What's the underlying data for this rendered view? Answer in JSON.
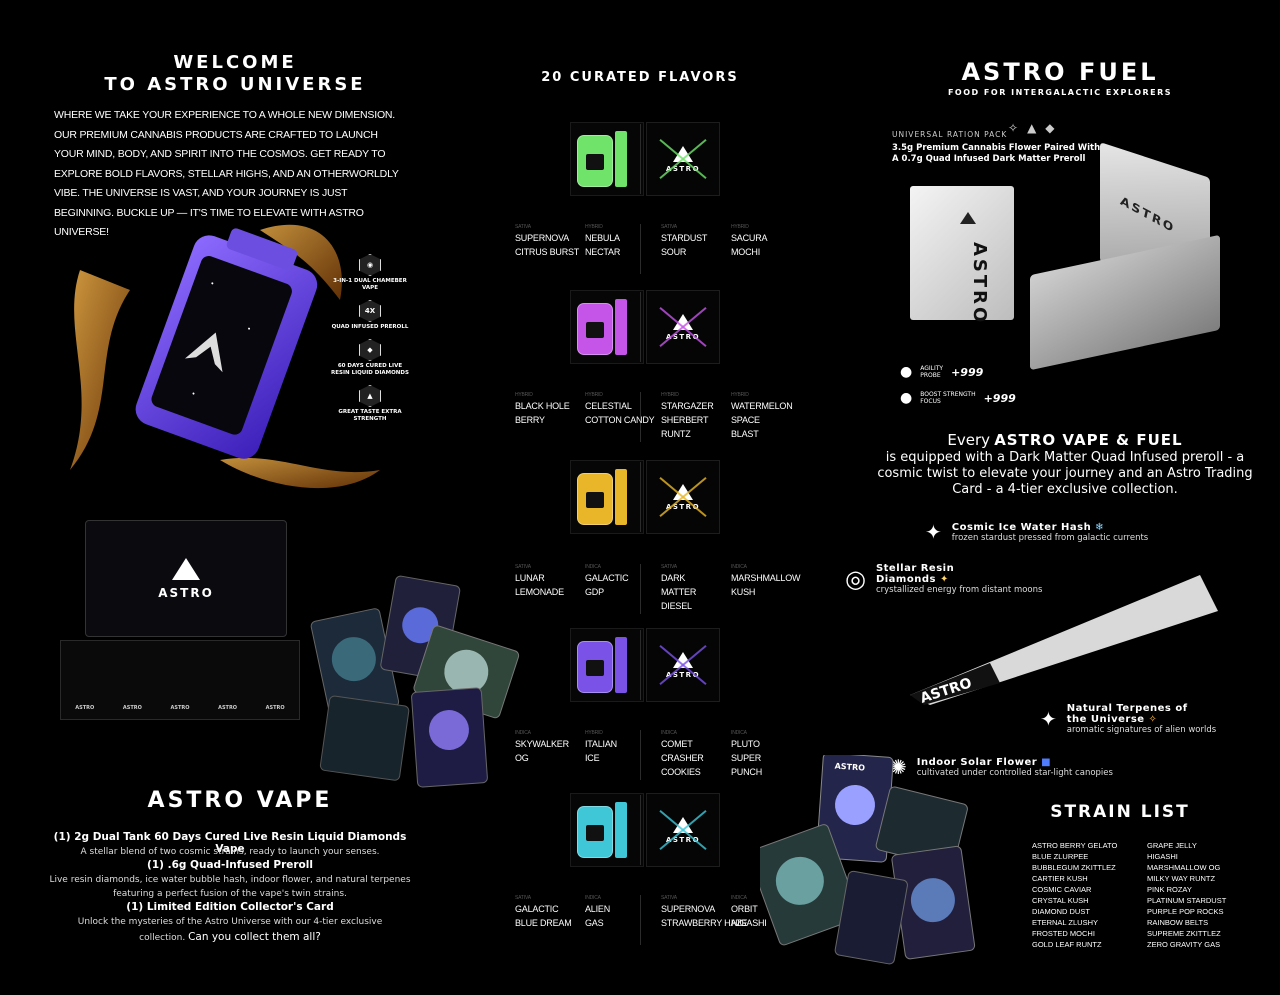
{
  "welcome": {
    "title_line1": "WELCOME",
    "title_line2": "TO ASTRO UNIVERSE",
    "body": "WHERE WE TAKE YOUR EXPERIENCE TO A WHOLE NEW DIMENSION. OUR PREMIUM CANNABIS PRODUCTS ARE CRAFTED TO LAUNCH YOUR MIND, BODY, AND SPIRIT INTO THE COSMOS. GET READY TO EXPLORE BOLD FLAVORS, STELLAR HIGHS, AND AN OTHERWORLDLY VIBE. THE UNIVERSE IS VAST, AND YOUR JOURNEY IS JUST BEGINNING. BUCKLE UP — IT'S TIME TO ELEVATE WITH ASTRO UNIVERSE!"
  },
  "features": [
    {
      "label": "3-IN-1 DUAL CHAMEBER VAPE",
      "icon": "vape-hex-icon"
    },
    {
      "label": "QUAD INFUSED PREROLL",
      "icon_text": "4X",
      "icon": "quad-hex-icon"
    },
    {
      "label": "60 DAYS CURED LIVE RESIN LIQUID DIAMONDS",
      "icon": "diamond-hex-icon"
    },
    {
      "label": "GREAT TASTE EXTRA STRENGTH",
      "icon": "rocket-hex-icon"
    }
  ],
  "display_box": {
    "brand": "ASTRO",
    "slots": [
      "ASTRO",
      "ASTRO",
      "ASTRO",
      "ASTRO",
      "ASTRO"
    ]
  },
  "vape": {
    "title": "ASTRO VAPE",
    "item1": "(1) 2g Dual Tank 60 Days Cured Live Resin Liquid Diamonds Vape",
    "item1_desc": "A stellar blend of two cosmic strains, ready to launch your senses.",
    "item2": "(1) .6g Quad-Infused Preroll",
    "item2_desc1": "Live resin diamonds, ice water bubble hash, indoor flower, and natural terpenes",
    "item2_desc2": "featuring a perfect fusion of the vape's twin strains.",
    "item3": "(1) Limited Edition Collector's Card",
    "item3_desc1": "Unlock the mysteries of the Astro Universe with our 4-tier exclusive",
    "item3_desc2_a": "collection.",
    "item3_desc2_b": "Can you collect them all?"
  },
  "flavors": {
    "title": "20 CURATED FLAVORS",
    "logo_word": "ASTRO",
    "rows": [
      {
        "color": "#6fe36a",
        "strains": [
          {
            "type": "SATIVA",
            "lines": [
              "SUPERNOVA",
              "CITRUS BURST"
            ]
          },
          {
            "type": "HYBRID",
            "lines": [
              "NEBULA",
              "NECTAR"
            ]
          },
          {
            "type": "SATIVA",
            "lines": [
              "STARDUST",
              "SOUR"
            ]
          },
          {
            "type": "HYBRID",
            "lines": [
              "SACURA",
              "MOCHI"
            ]
          }
        ]
      },
      {
        "color": "#c455e8",
        "strains": [
          {
            "type": "HYBRID",
            "lines": [
              "BLACK HOLE",
              "BERRY"
            ]
          },
          {
            "type": "HYBRID",
            "lines": [
              "CELESTIAL",
              "COTTON CANDY"
            ]
          },
          {
            "type": "HYBRID",
            "lines": [
              "STARGAZER",
              "SHERBERT",
              "RUNTZ"
            ]
          },
          {
            "type": "HYBRID",
            "lines": [
              "WATERMELON",
              "SPACE",
              "BLAST"
            ]
          }
        ]
      },
      {
        "color": "#e8b628",
        "strains": [
          {
            "type": "SATIVA",
            "lines": [
              "LUNAR",
              "LEMONADE"
            ]
          },
          {
            "type": "INDICA",
            "lines": [
              "GALACTIC",
              "GDP"
            ]
          },
          {
            "type": "SATIVA",
            "lines": [
              "DARK",
              "MATTER",
              "DIESEL"
            ]
          },
          {
            "type": "INDICA",
            "lines": [
              "MARSHMALLOW",
              "KUSH"
            ]
          }
        ]
      },
      {
        "color": "#7a52e8",
        "strains": [
          {
            "type": "INDICA",
            "lines": [
              "SKYWALKER",
              "OG"
            ]
          },
          {
            "type": "HYBRID",
            "lines": [
              "ITALIAN",
              "ICE"
            ]
          },
          {
            "type": "INDICA",
            "lines": [
              "COMET",
              "CRASHER",
              "COOKIES"
            ]
          },
          {
            "type": "INDICA",
            "lines": [
              "PLUTO",
              "SUPER",
              "PUNCH"
            ]
          }
        ]
      },
      {
        "color": "#3fc7d8",
        "strains": [
          {
            "type": "SATIVA",
            "lines": [
              "GALACTIC",
              "BLUE DREAM"
            ]
          },
          {
            "type": "INDICA",
            "lines": [
              "ALIEN",
              "GAS"
            ]
          },
          {
            "type": "SATIVA",
            "lines": [
              "SUPERNOVA",
              "STRAWBERRY HAZE"
            ]
          },
          {
            "type": "INDICA",
            "lines": [
              "ORBIT",
              "HIGASHI"
            ]
          }
        ]
      }
    ]
  },
  "fuel": {
    "title": "ASTRO FUEL",
    "subtitle": "FOOD FOR INTERGALACTIC EXPLORERS",
    "ration_label": "UNIVERSAL RATION PACK",
    "ration_desc": "3.5g Premium Cannabis Flower Paired With A 0.7g Quad Infused Dark Matter Preroll",
    "pack_word": "ASTRO",
    "box_word": "ASTRO",
    "stats": [
      {
        "label1": "AGILITY",
        "label2": "PROBE",
        "value": "+999"
      },
      {
        "label1": "BOOST STRENGTH",
        "label2": "FOCUS",
        "value": "+999"
      }
    ]
  },
  "every": {
    "lead": "Every",
    "brand": "ASTRO VAPE & FUEL",
    "text": "is equipped with a Dark Matter Quad Infused preroll - a cosmic twist to elevate your journey and an Astro Trading Card - a 4-tier exclusive collection."
  },
  "preroll_features": [
    {
      "title": "Cosmic Ice Water Hash",
      "emoji": "❄",
      "desc": "frozen stardust pressed from galactic currents"
    },
    {
      "title": "Stellar Resin Diamonds",
      "title_l1": "Stellar Resin",
      "title_l2": "Diamonds",
      "emoji": "✦",
      "desc": "crystallized energy from distant moons"
    },
    {
      "title": "Natural Terpenes of the Universe",
      "title_l1": "Natural Terpenes of",
      "title_l2": "the Universe",
      "emoji": "✧",
      "desc": "aromatic signatures of alien worlds"
    },
    {
      "title": "Indoor Solar Flower",
      "emoji": "■",
      "desc": "cultivated under controlled star-light canopies"
    }
  ],
  "preroll_word": "ASTRO",
  "strain_list": {
    "title": "STRAIN LIST",
    "col1": [
      "ASTRO BERRY GELATO",
      "BLUE ZLURPEE",
      "BUBBLEGUM ZKITTLEZ",
      "CARTIER KUSH",
      "COSMIC CAVIAR",
      "CRYSTAL KUSH",
      "DIAMOND DUST",
      "ETERNAL ZLUSHY",
      "FROSTED MOCHI",
      "GOLD LEAF RUNTZ"
    ],
    "col2": [
      "GRAPE JELLY",
      "HIGASHI",
      "MARSHMALLOW OG",
      "MILKY WAY RUNTZ",
      "PINK ROZAY",
      "PLATINUM STARDUST",
      "PURPLE POP ROCKS",
      "RAINBOW BELTS",
      "SUPREME ZKITTLEZ",
      "ZERO GRAVITY GAS"
    ]
  },
  "card_word": "ASTRO",
  "colors": {
    "bg": "#000000",
    "text": "#ffffff",
    "accent_blue": "#4f7cff",
    "gold": "#c8862a"
  }
}
